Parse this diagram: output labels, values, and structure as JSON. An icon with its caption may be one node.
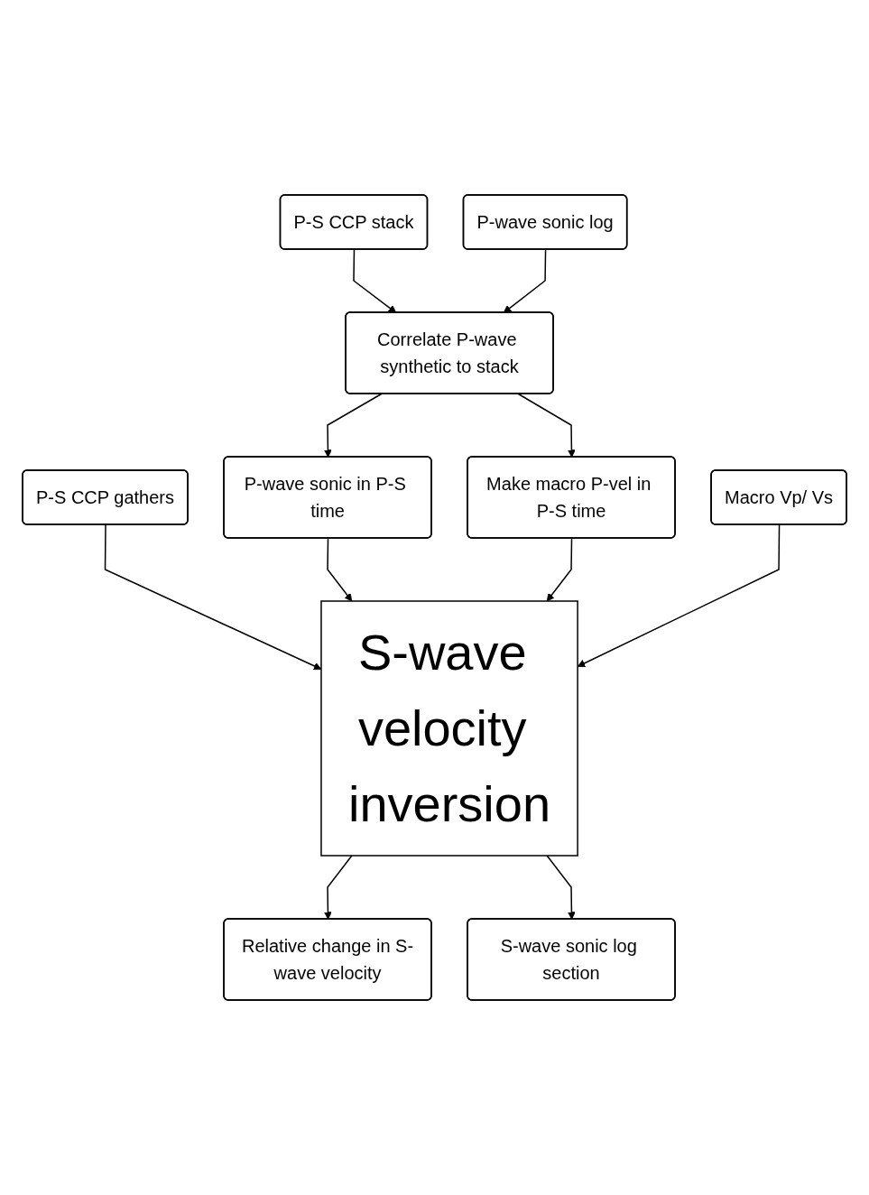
{
  "diagram": {
    "nodes": [
      {
        "text": [
          "P-S CCP gathers"
        ]
      },
      {
        "text": [
          "P-S CCP stack"
        ]
      },
      {
        "text": [
          "P-wave sonic log"
        ]
      },
      {
        "text": [
          "Correlate P-wave synthetic to stack"
        ]
      },
      {
        "text": [
          "P-wave sonic in P-S time"
        ]
      },
      {
        "text": [
          "Make macro P-vel in P-S time"
        ]
      },
      {
        "text": [
          "Macro Vp/ Vs"
        ]
      },
      {
        "text": [
          "S-wave velocity inversion"
        ]
      },
      {
        "text": [
          "Relative change in S-wave velocity"
        ]
      },
      {
        "text": [
          "S-wave sonic log section"
        ]
      }
    ],
    "edges": [
      {
        "from": 1,
        "to": 3,
        "arrow": "to"
      },
      {
        "from": 2,
        "to": 3,
        "arrow": "to"
      },
      {
        "from": 3,
        "to": 4,
        "arrow": "to"
      },
      {
        "from": 3,
        "to": 5,
        "arrow": "to"
      },
      {
        "from": 0,
        "to": 7,
        "arrow": "to"
      },
      {
        "from": 4,
        "to": 7,
        "arrow": "to"
      },
      {
        "from": 5,
        "to": 7,
        "arrow": "to"
      },
      {
        "from": 6,
        "to": 7,
        "arrow": "to"
      },
      {
        "from": 7,
        "to": 8,
        "arrow": "to"
      },
      {
        "from": 7,
        "to": 9,
        "arrow": "to"
      }
    ]
  }
}
